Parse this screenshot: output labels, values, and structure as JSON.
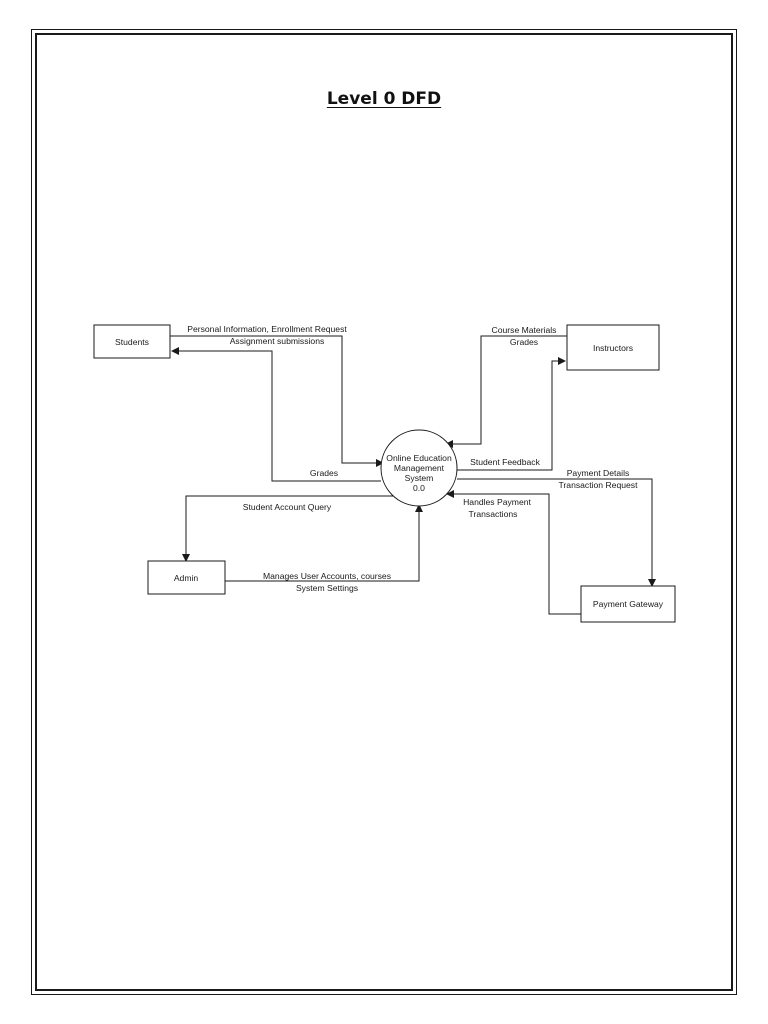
{
  "page": {
    "title": "Level 0 DFD"
  },
  "process": {
    "lines": [
      "Online Education",
      "Management",
      "System",
      "0.0"
    ]
  },
  "entities": {
    "students": "Students",
    "instructors": "Instructors",
    "admin": "Admin",
    "payment_gateway": "Payment Gateway"
  },
  "flows": {
    "students_to_system": [
      "Personal Information, Enrollment Request",
      "Assignment submissions"
    ],
    "system_to_students": [
      "Grades"
    ],
    "instructors_to_system": [
      "Course Materials",
      "Grades"
    ],
    "system_to_instructors": [
      "Student Feedback"
    ],
    "system_to_admin": [
      "Student Account Query"
    ],
    "admin_to_system": [
      "Manages User Accounts, courses",
      "System Settings"
    ],
    "system_to_payment": [
      "Payment Details",
      "Transaction Request"
    ],
    "payment_to_system": [
      "Handles Payment",
      "Transactions"
    ]
  }
}
